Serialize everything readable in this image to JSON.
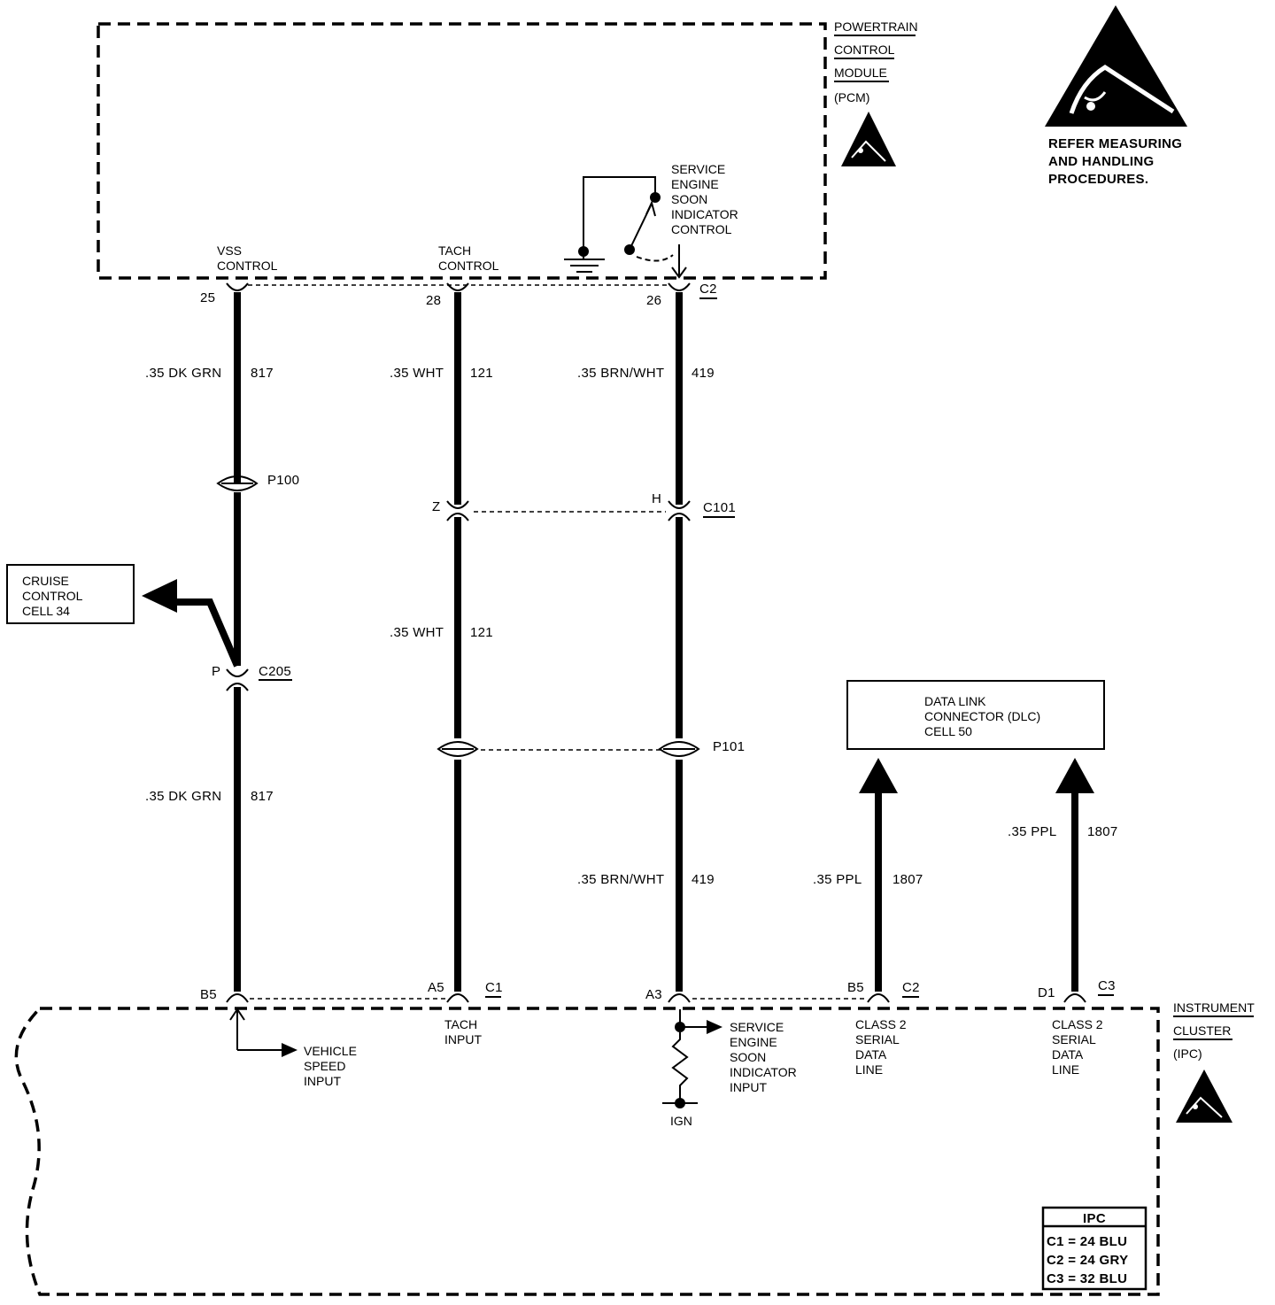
{
  "pcm": {
    "title_lines": [
      "POWERTRAIN",
      "CONTROL",
      "MODULE",
      "(PCM)"
    ],
    "esd_icon": "esd-warning-icon"
  },
  "esd_notice": {
    "icon": "esd-warning-icon",
    "lines": [
      "REFER MEASURING",
      "AND HANDLING",
      "PROCEDURES."
    ]
  },
  "ses_control": {
    "lines": [
      "SERVICE",
      "ENGINE",
      "SOON",
      "INDICATOR",
      "CONTROL"
    ]
  },
  "circuits": {
    "vss": {
      "label_lines": [
        "VSS",
        "CONTROL"
      ],
      "pin_top": "25",
      "wire_upper": {
        "gauge_color": ".35 DK GRN",
        "number": "817"
      },
      "splice": "P100",
      "connector_pin": "P",
      "connector": "C205",
      "wire_lower": {
        "gauge_color": ".35 DK GRN",
        "number": "817"
      },
      "pin_bottom": "B5",
      "ipc_label_lines": [
        "VEHICLE",
        "SPEED",
        "INPUT"
      ]
    },
    "tach": {
      "label_lines": [
        "TACH",
        "CONTROL"
      ],
      "pin_top": "28",
      "wire_upper": {
        "gauge_color": ".35 WHT",
        "number": "121"
      },
      "connector_pin": "Z",
      "wire_lower": {
        "gauge_color": ".35 WHT",
        "number": "121"
      },
      "pin_bottom": "A5",
      "connector_bottom": "C1",
      "ipc_label_lines": [
        "TACH",
        "INPUT"
      ]
    },
    "ses": {
      "pin_top": "26",
      "connector_top": "C2",
      "wire_upper": {
        "gauge_color": ".35 BRN/WHT",
        "number": "419"
      },
      "connector_pin": "H",
      "connector": "C101",
      "splice": "P101",
      "wire_lower": {
        "gauge_color": ".35 BRN/WHT",
        "number": "419"
      },
      "pin_bottom": "A3",
      "ipc_label_lines": [
        "SERVICE",
        "ENGINE",
        "SOON",
        "INDICATOR",
        "INPUT"
      ],
      "ign_label": "IGN"
    },
    "class2_a": {
      "wire": {
        "gauge_color": ".35 PPL",
        "number": "1807"
      },
      "pin_bottom": "B5",
      "connector_bottom": "C2",
      "ipc_label_lines": [
        "CLASS 2",
        "SERIAL",
        "DATA",
        "LINE"
      ]
    },
    "class2_b": {
      "wire": {
        "gauge_color": ".35 PPL",
        "number": "1807"
      },
      "pin_bottom": "D1",
      "connector_bottom": "C3",
      "ipc_label_lines": [
        "CLASS 2",
        "SERIAL",
        "DATA",
        "LINE"
      ]
    }
  },
  "cruise_box": {
    "lines": [
      "CRUISE",
      "CONTROL",
      "CELL 34"
    ]
  },
  "dlc_box": {
    "lines": [
      "DATA LINK",
      "CONNECTOR (DLC)",
      "CELL 50"
    ]
  },
  "ipc": {
    "title_lines": [
      "INSTRUMENT",
      "CLUSTER",
      "(IPC)"
    ],
    "esd_icon": "esd-warning-icon",
    "legend": {
      "header": "IPC",
      "rows": [
        "C1 = 24 BLU",
        "C2 = 24 GRY",
        "C3 = 32 BLU"
      ]
    }
  }
}
